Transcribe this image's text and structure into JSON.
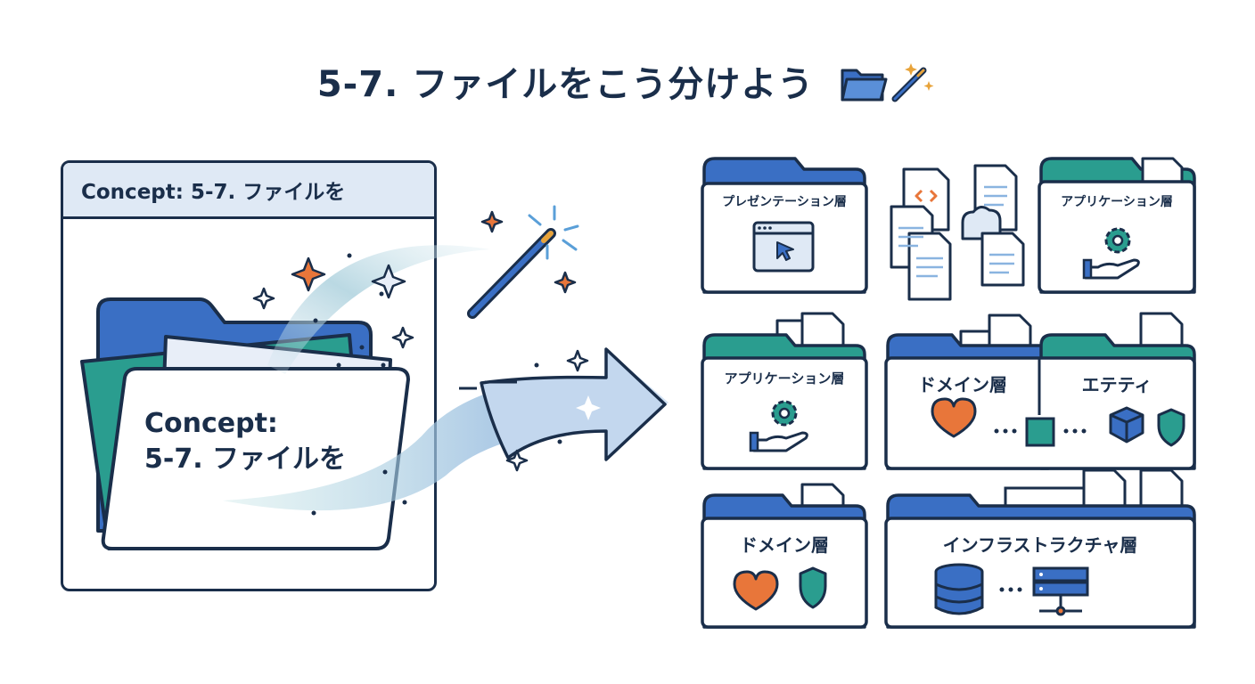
{
  "title": "5-7. ファイルをこう分けよう",
  "icons": [
    "folder-icon",
    "magic-wand-icon",
    "sparkle-icon",
    "cursor-window-icon",
    "code-document-icon",
    "gear-hand-icon",
    "heart-icon",
    "shield-icon",
    "cube-icon",
    "square-icon",
    "database-icon",
    "server-icon"
  ],
  "concept": {
    "header": "Concept: 5-7. ファイルを",
    "folder_label_line1": "Concept:",
    "folder_label_line2": "5-7. ファイルを"
  },
  "layers": {
    "presentation": "プレゼンテーション層",
    "application_top": "アプリケーション層",
    "application_mid": "アプリケーション層",
    "domain_mid": "ドメイン層",
    "entity": "エテティ",
    "domain_bottom": "ドメイン層",
    "infrastructure": "インフラストラクチャ層"
  },
  "colors": {
    "navy": "#1a2e4a",
    "blue": "#3a6fc4",
    "teal": "#2a9d8f",
    "orange": "#e8763a",
    "paleblue": "#dfe9f5"
  }
}
